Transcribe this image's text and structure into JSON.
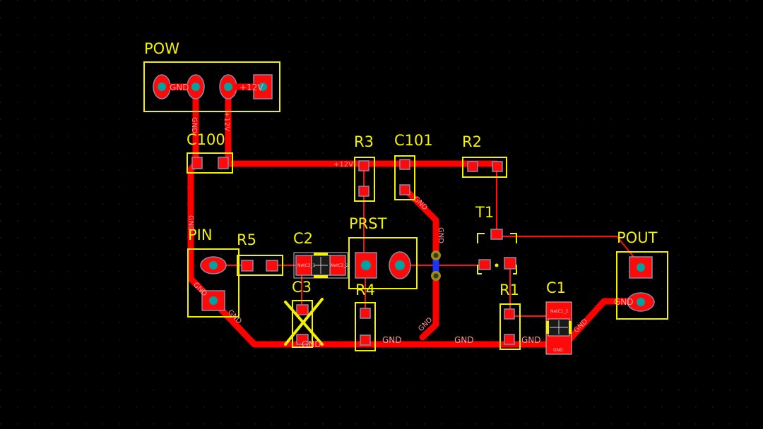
{
  "colors": {
    "background": "#000000",
    "copper": "#ff0000",
    "silkscreen": "#f2f200",
    "drill": "#00a2a2",
    "via_ring": "#9a8a20",
    "bottom_layer": "#1e33ff"
  },
  "designators": {
    "pow": "POW",
    "c100": "C100",
    "r3": "R3",
    "c101": "C101",
    "r2": "R2",
    "t1": "T1",
    "pin": "PIN",
    "r5": "R5",
    "c2": "C2",
    "prst": "PRST",
    "pout": "POUT",
    "c3": "C3",
    "r4": "R4",
    "r1": "R1",
    "c1": "C1"
  },
  "nets": {
    "gnd": "GND",
    "plus12v": "+12V",
    "c1_2": "NetC1_2",
    "c2_1": "NetC2_1",
    "c2_2": "NetC2_2"
  }
}
